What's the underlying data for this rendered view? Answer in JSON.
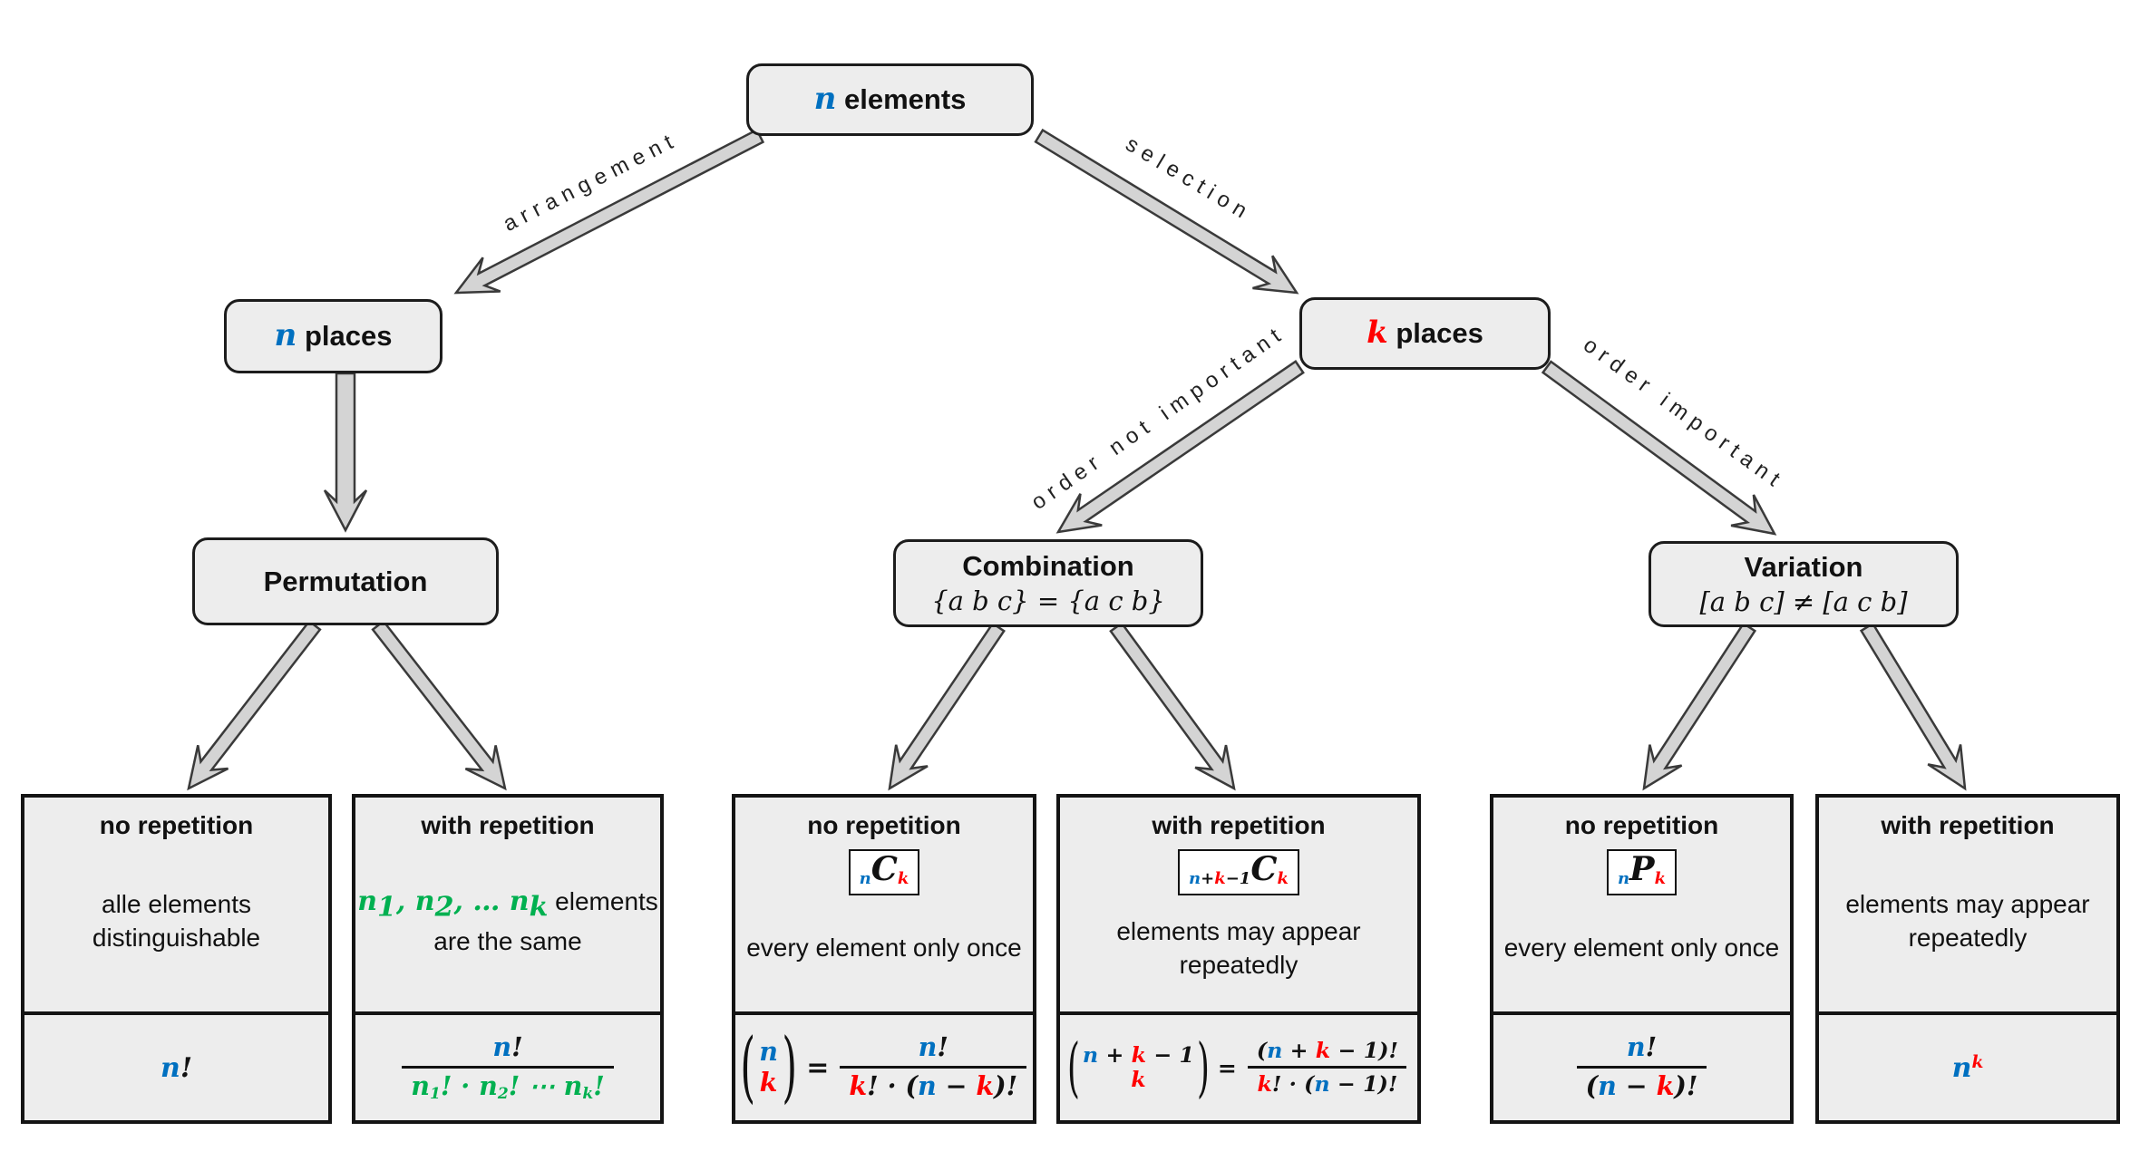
{
  "colors": {
    "blue": "#0070C0",
    "red": "#FF0000",
    "green": "#00B050",
    "boxfill": "#ededed",
    "arrowfill": "#d4d4d4",
    "arrowline": "#3a3a3a"
  },
  "nodes": {
    "root": {
      "tokens": [
        [
          "n",
          "m blue"
        ],
        [
          " elements",
          "p b"
        ]
      ]
    },
    "n_places": {
      "tokens": [
        [
          "n",
          "m blue"
        ],
        [
          " places",
          "p b"
        ]
      ]
    },
    "k_places": {
      "tokens": [
        [
          "k",
          "m red"
        ],
        [
          " places",
          "p b"
        ]
      ]
    },
    "permutation": {
      "title": "Permutation"
    },
    "combination": {
      "title": "Combination",
      "subtitle": "{a b c} = {a c b}"
    },
    "variation": {
      "title": "Variation",
      "subtitle": "[a b c] ≠ [a c b]"
    }
  },
  "edges": {
    "arrangement": "arrangement",
    "selection": "selection",
    "order_not_important": "order not important",
    "order_important": "order important"
  },
  "leaves": [
    {
      "header": "no repetition",
      "desc": "alle elements distinguishable",
      "formula": [
        [
          "n",
          "m blue"
        ],
        [
          "!",
          "m black"
        ]
      ]
    },
    {
      "header": "with repetition",
      "desc_tokens": [
        [
          "n",
          "m green"
        ],
        [
          "1",
          "m green sub"
        ],
        [
          ", ",
          "m green"
        ],
        [
          "n",
          "m green"
        ],
        [
          "2",
          "m green sub"
        ],
        [
          ", … ",
          "m green"
        ],
        [
          "n",
          "m green"
        ],
        [
          "k",
          "m green sub"
        ],
        [
          " elements",
          "p"
        ]
      ],
      "desc_line2": "are the same",
      "num": [
        [
          "n",
          "m blue"
        ],
        [
          "!",
          "m black"
        ]
      ],
      "den": [
        [
          "n",
          "m green"
        ],
        [
          "1",
          "m green sub"
        ],
        [
          "! · ",
          "m green"
        ],
        [
          "n",
          "m green"
        ],
        [
          "2",
          "m green sub"
        ],
        [
          "! ⋯ ",
          "m green"
        ],
        [
          "n",
          "m green"
        ],
        [
          "k",
          "m green sub"
        ],
        [
          "!",
          "m green"
        ]
      ]
    },
    {
      "header": "no repetition",
      "badge": [
        [
          "n",
          "m blue sub"
        ],
        [
          "C",
          "m black big"
        ],
        [
          "k",
          "m red sub"
        ]
      ],
      "desc": "every element only once",
      "binom_top": [
        [
          "n",
          "m blue"
        ]
      ],
      "binom_bot": [
        [
          "k",
          "m red"
        ]
      ],
      "eq": "=",
      "num": [
        [
          "n",
          "m blue"
        ],
        [
          "!",
          "m black"
        ]
      ],
      "den": [
        [
          "k",
          "m red"
        ],
        [
          "! · (",
          "m black"
        ],
        [
          "n",
          "m blue"
        ],
        [
          " − ",
          "m black"
        ],
        [
          "k",
          "m red"
        ],
        [
          ")!",
          "m black"
        ]
      ]
    },
    {
      "header": "with repetition",
      "badge": [
        [
          "n",
          "m blue sub"
        ],
        [
          "+",
          "m black sub"
        ],
        [
          "k",
          "m red sub"
        ],
        [
          "−1",
          "m black sub"
        ],
        [
          "C",
          "m black big"
        ],
        [
          "k",
          "m red sub"
        ]
      ],
      "desc": "elements may appear repeatedly",
      "binom_top": [
        [
          "n",
          "m blue"
        ],
        [
          " + ",
          "m black"
        ],
        [
          "k",
          "m red"
        ],
        [
          " − 1",
          "m black"
        ]
      ],
      "binom_bot": [
        [
          "k",
          "m red"
        ]
      ],
      "eq": "=",
      "num": [
        [
          "(",
          "m black"
        ],
        [
          "n",
          "m blue"
        ],
        [
          " + ",
          "m black"
        ],
        [
          "k",
          "m red"
        ],
        [
          " − 1)!",
          "m black"
        ]
      ],
      "den": [
        [
          "k",
          "m red"
        ],
        [
          "! · (",
          "m black"
        ],
        [
          "n",
          "m blue"
        ],
        [
          " − 1)!",
          "m black"
        ]
      ]
    },
    {
      "header": "no repetition",
      "badge": [
        [
          "n",
          "m blue sub"
        ],
        [
          "P",
          "m black big"
        ],
        [
          "k",
          "m red sub"
        ]
      ],
      "desc": "every element only once",
      "num": [
        [
          "n",
          "m blue"
        ],
        [
          "!",
          "m black"
        ]
      ],
      "den": [
        [
          "(",
          "m black"
        ],
        [
          "n",
          "m blue"
        ],
        [
          " − ",
          "m black"
        ],
        [
          "k",
          "m red"
        ],
        [
          ")!",
          "m black"
        ]
      ]
    },
    {
      "header": "with repetition",
      "desc": "elements may appear repeatedly",
      "formula": [
        [
          "n",
          "m blue"
        ],
        [
          "k",
          "m red sup"
        ]
      ]
    }
  ]
}
